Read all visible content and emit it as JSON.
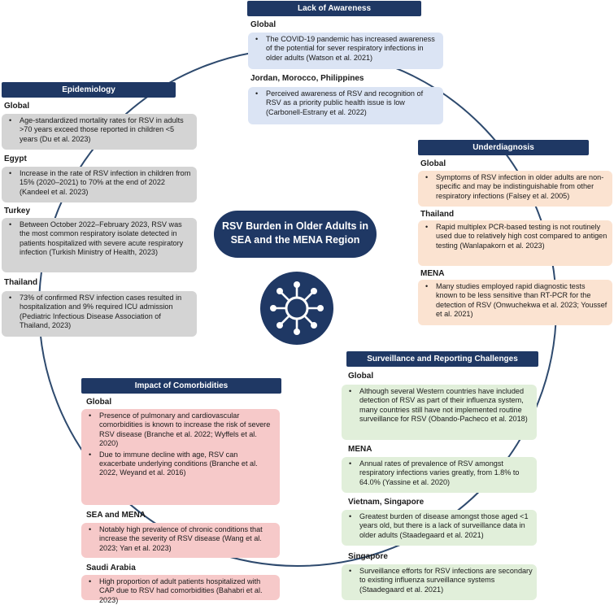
{
  "center_title": "RSV Burden in Older Adults in SEA and the MENA Region",
  "icon": "virus-icon",
  "colors": {
    "header": "#1f3864",
    "blue_box": "#dbe4f4",
    "orange_box": "#fbe3d1",
    "gray_box": "#d4d4d4",
    "green_box": "#e1efda",
    "pink_box": "#f6c9c9"
  },
  "lack_of_awareness": {
    "title": "Lack of Awareness",
    "global_label": "Global",
    "global_text": "The COVID-19 pandemic has increased awareness of the potential for sever respiratory infections in older adults (Watson et al. 2021)",
    "jmp_label": "Jordan, Morocco, Philippines",
    "jmp_text": "Perceived awareness of RSV and recognition of RSV as a priority public health issue is low (Carbonell-Estrany et al. 2022)"
  },
  "epidemiology": {
    "title": "Epidemiology",
    "global_label": "Global",
    "global_text": "Age-standardized mortality rates for RSV in adults >70 years exceed those reported in children <5 years (Du et al. 2023)",
    "egypt_label": "Egypt",
    "egypt_text": "Increase in the rate of RSV infection in children from 15% (2020–2021) to 70% at the end of 2022 (Kandeel et al. 2023)",
    "turkey_label": "Turkey",
    "turkey_text": "Between October 2022–February 2023, RSV was the most common respiratory isolate detected in patients hospitalized with severe acute respiratory infection (Turkish Ministry of Health, 2023)",
    "thailand_label": "Thailand",
    "thailand_text": "73% of confirmed RSV infection cases resulted in hospitalization and 9% required ICU admission (Pediatric Infectious Disease Association of Thailand, 2023)"
  },
  "underdiagnosis": {
    "title": "Underdiagnosis",
    "global_label": "Global",
    "global_text": "Symptoms of RSV infection in older adults are non-specific and may be indistinguishable from other respiratory infections (Falsey et al. 2005)",
    "thailand_label": "Thailand",
    "thailand_text": "Rapid multiplex PCR-based testing is not routinely used due to relatively high cost compared to antigen testing (Wanlapakorn et al. 2023)",
    "mena_label": "MENA",
    "mena_text": "Many studies employed rapid diagnostic tests known to be less sensitive than RT-PCR for the detection of RSV (Onwuchekwa et al. 2023; Youssef et al. 2021)"
  },
  "surveillance": {
    "title": "Surveillance and Reporting Challenges",
    "global_label": "Global",
    "global_text": "Although several Western countries have included detection of RSV as part of their influenza system, many countries still have not implemented routine surveillance for RSV (Obando-Pacheco et al. 2018)",
    "mena_label": "MENA",
    "mena_text": "Annual rates of prevalence of RSV amongst respiratory infections varies greatly, from 1.8% to 64.0% (Yassine et al. 2020)",
    "vs_label": "Vietnam, Singapore",
    "vs_text": "Greatest burden of disease amongst those aged <1 years old, but there is a lack of surveillance data in older adults (Staadegaard et al. 2021)",
    "sg_label": "Singapore",
    "sg_text": "Surveillance efforts for RSV infections are secondary to existing influenza surveillance systems (Staadegaard et al. 2021)"
  },
  "comorbidities": {
    "title": "Impact of Comorbidities",
    "global_label": "Global",
    "global_text_1": "Presence of pulmonary and cardiovascular comorbidities is known to increase the risk of severe RSV disease (Branche et al. 2022; Wyffels et al. 2020)",
    "global_text_2": "Due to immune decline with age, RSV can exacerbate underlying conditions (Branche et al. 2022, Weyand et al. 2016)",
    "sea_label": "SEA and MENA",
    "sea_text": "Notably high prevalence of chronic conditions that increase the severity of RSV disease (Wang et al. 2023; Yan et al. 2023)",
    "saudi_label": "Saudi Arabia",
    "saudi_text": "High proportion of adult patients hospitalized with CAP due to RSV had comorbidities (Bahabri et al. 2023)"
  }
}
